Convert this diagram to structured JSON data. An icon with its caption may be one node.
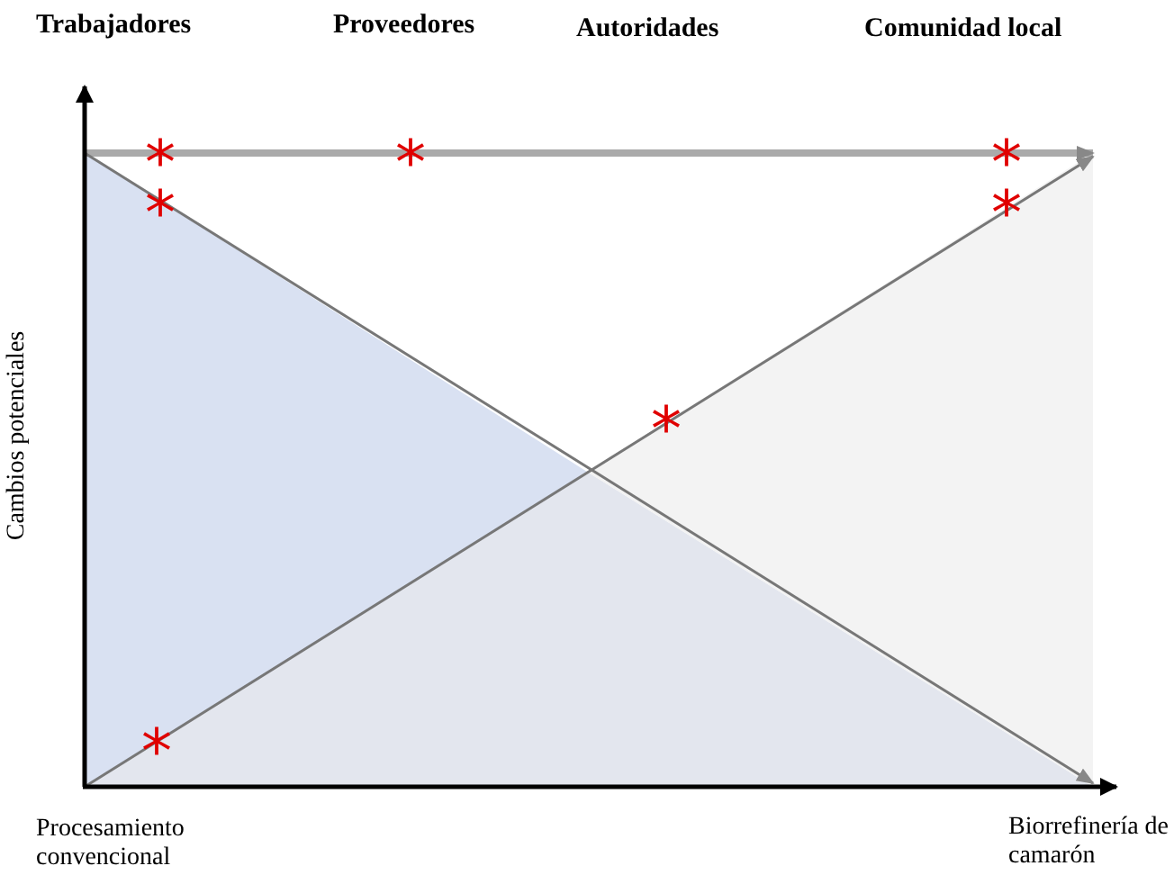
{
  "diagram": {
    "labels": [
      "Trabajadores",
      "Proveedores",
      "Autoridades",
      "Comunidad local",
      "Cambios potenciales",
      "Procesamiento convencional",
      "Biorrefinería de camarón",
      "*",
      "*",
      "*",
      "*",
      "*",
      "*",
      "*"
    ]
  }
}
